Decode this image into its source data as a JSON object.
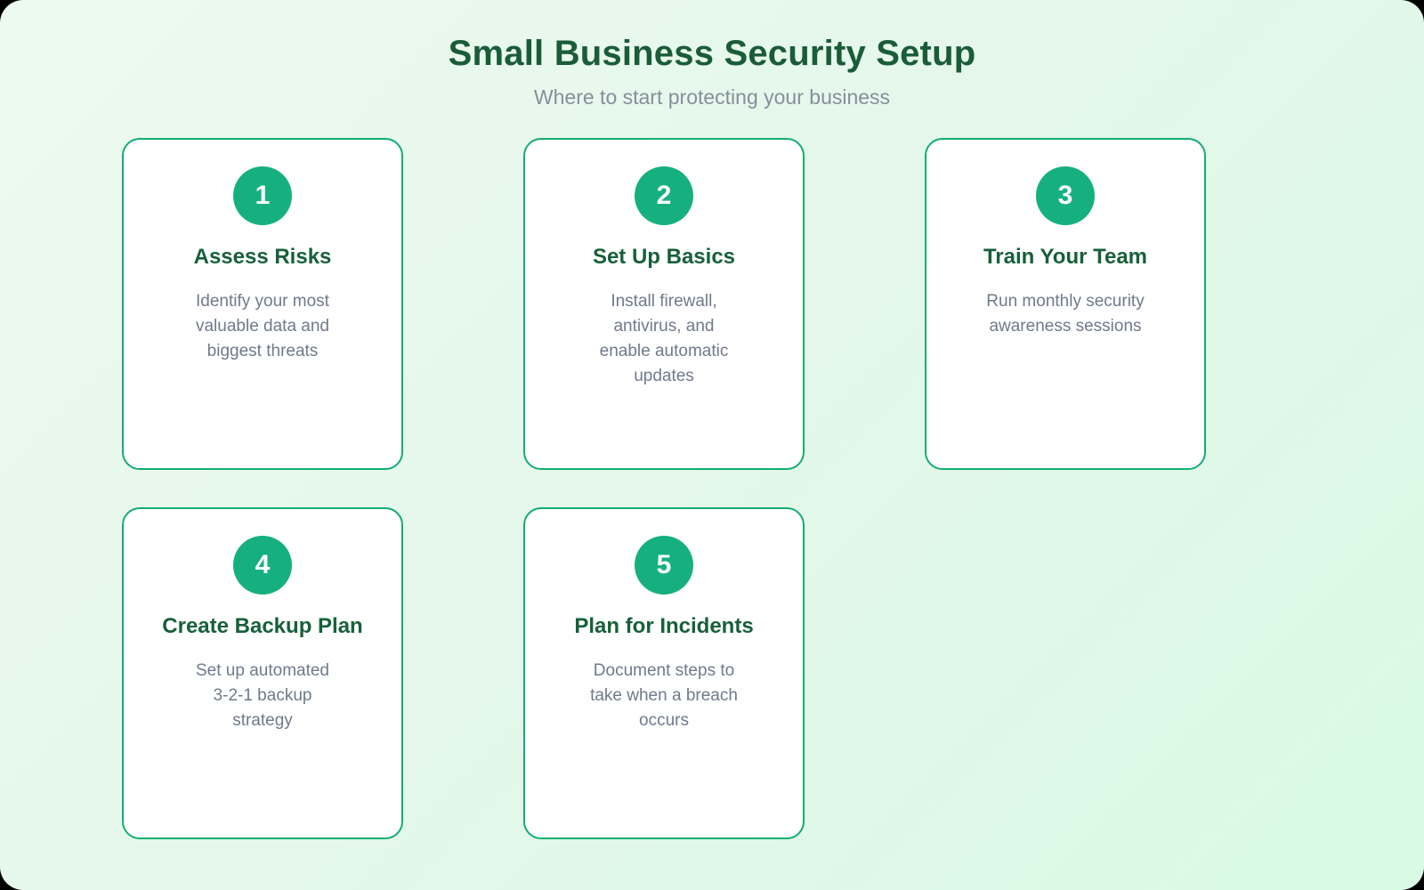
{
  "header": {
    "title": "Small Business Security Setup",
    "subtitle": "Where to start protecting your business"
  },
  "steps": [
    {
      "number": "1",
      "title": "Assess Risks",
      "description": "Identify your most\nvaluable data and\nbiggest threats"
    },
    {
      "number": "2",
      "title": "Set Up Basics",
      "description": "Install firewall,\nantivirus, and\nenable automatic\nupdates"
    },
    {
      "number": "3",
      "title": "Train Your Team",
      "description": "Run monthly security\nawareness sessions"
    },
    {
      "number": "4",
      "title": "Create Backup Plan",
      "description": "Set up automated\n3-2-1 backup\nstrategy"
    },
    {
      "number": "5",
      "title": "Plan for Incidents",
      "description": "Document steps to\ntake when a breach\noccurs"
    }
  ],
  "colors": {
    "background_top": "#edfaf0",
    "background_mid": "#e4f7ea",
    "background_bottom": "#d9fae5",
    "accent": "#16b07f",
    "card_border": "#12ad74",
    "card_bg": "#ffffff",
    "title_green": "#1b5c38",
    "heading_green": "#17603a",
    "subtitle_gray": "#858e9d",
    "body_gray": "#6f7a8c"
  }
}
